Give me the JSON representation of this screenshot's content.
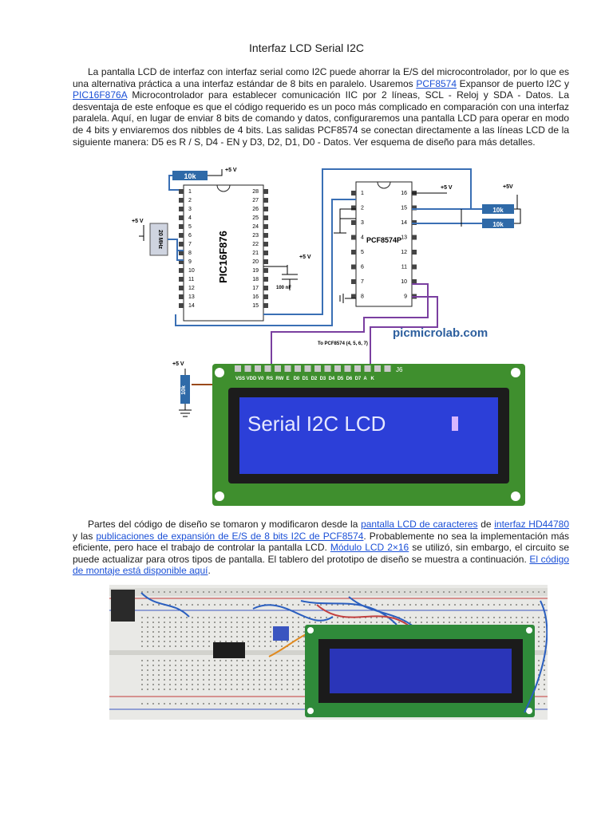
{
  "doc": {
    "title": "Interfaz LCD Serial I2C",
    "p1": {
      "t1": "La pantalla LCD de interfaz con interfaz serial como I2C puede ahorrar la E/S del microcontrolador, por lo que es una alternativa práctica a una interfaz estándar de 8 bits en paralelo. Usaremos ",
      "link1": "PCF8574",
      "t2": " Expansor de puerto I2C y ",
      "link2": "PIC16F876A",
      "t3": " Microcontrolador para establecer comunicación IIC por 2 líneas, SCL - Reloj y SDA - Datos. La desventaja de este enfoque es que el código requerido es un poco más complicado en comparación con una interfaz paralela. Aquí, en lugar de enviar 8 bits de comando y datos, configuraremos una pantalla LCD para operar en modo de 4 bits y enviaremos dos nibbles de 4 bits. Las salidas PCF8574 se conectan directamente a las líneas LCD de la siguiente manera: D5 es R / S, D4 - EN y D3, D2, D1, D0 - Datos. Ver esquema de diseño para más detalles."
    },
    "p2": {
      "t1": "Partes del código de diseño se tomaron y modificaron desde la ",
      "link1": "pantalla LCD de caracteres",
      "t2": " de ",
      "link2": "interfaz HD44780",
      "t3": " y las ",
      "link3": "publicaciones de expansión de E/S de 8 bits I2C de PCF8574",
      "t4": ". Probablemente no sea la implementación más eficiente, pero hace el trabajo de controlar la pantalla LCD. ",
      "link4": "Módulo LCD 2×16",
      "t5": " se utilizó, sin embargo, el circuito se puede actualizar para otros tipos de pantalla. El tablero del prototipo de diseño se muestra a continuación. ",
      "link5": "El código de montaje está disponible aquí",
      "t6": "."
    }
  },
  "schematic": {
    "res_top": "10k",
    "vcc": "+5 V",
    "pic_name": "PIC16F876",
    "pic_left_pins": [
      "1",
      "2",
      "3",
      "4",
      "5",
      "6",
      "7",
      "8",
      "9",
      "10",
      "11",
      "12",
      "13",
      "14"
    ],
    "pic_right_pins": [
      "28",
      "27",
      "26",
      "25",
      "24",
      "23",
      "22",
      "21",
      "20",
      "19",
      "18",
      "17",
      "16",
      "15"
    ],
    "crystal": "20 MHz",
    "cap": "100 nF",
    "pcf_name": "PCF8574P",
    "pcf_left_pins": [
      "1",
      "2",
      "3",
      "4",
      "5",
      "6",
      "7",
      "8"
    ],
    "pcf_right_pins": [
      "16",
      "15",
      "14",
      "13",
      "12",
      "11",
      "10",
      "9"
    ],
    "res_r1": "10k",
    "res_r2": "10k",
    "vcc_right": "+5V",
    "watermark": "picmicrolab.com",
    "to_pcf": "To PCF8574 (4, 5, 6, 7)",
    "lcd_pins": "VSS VDD V0  RS  RW  E   D0  D1  D2  D3  D4  D5  D6  D7  A   K",
    "pot": "10k",
    "lcd_text": "Serial I2C LCD",
    "j_label": "J6"
  },
  "colors": {
    "link": "#1a4fd6",
    "pcb_green": "#3f8f2e",
    "lcd_blue": "#2c3fd8",
    "wire_blue": "#3a6fb4",
    "wire_purple": "#7a3fa0",
    "res_box": "#2f6aa8"
  }
}
